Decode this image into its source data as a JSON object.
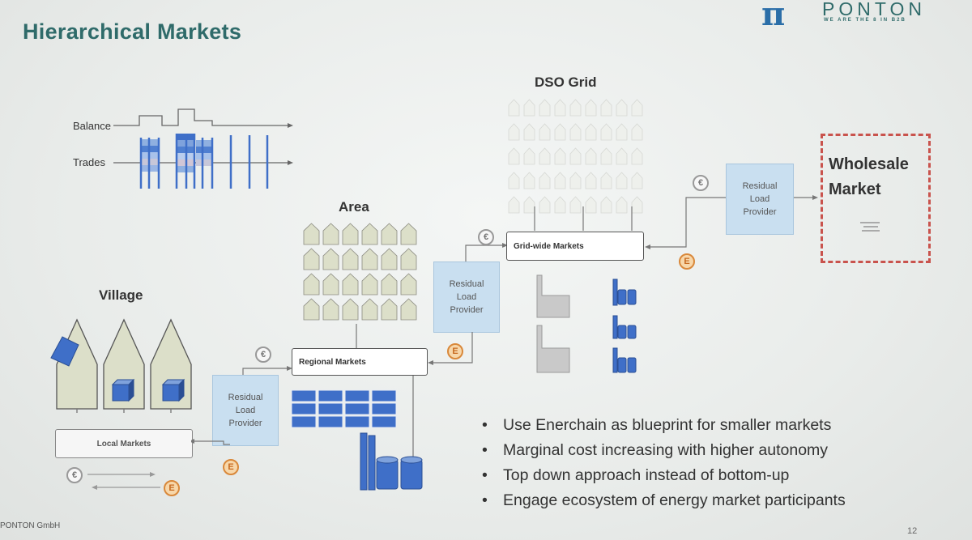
{
  "slide": {
    "title": "Hierarchical Markets",
    "brand_name": "PONTON",
    "brand_tagline": "WE ARE THE 8 IN B2B",
    "brand_logo_glyph": "π",
    "footer_company": "PONTON GmbH",
    "page_number": "12"
  },
  "timeline": {
    "balance_label": "Balance",
    "trades_label": "Trades"
  },
  "sections": {
    "village": "Village",
    "area": "Area",
    "dso_grid": "DSO Grid",
    "wholesale": [
      "Wholesale",
      "Market"
    ]
  },
  "markets": {
    "local": "Local Markets",
    "regional": "Regional Markets",
    "grid_wide": "Grid-wide Markets"
  },
  "providers": {
    "village_provider": [
      "Residual",
      "Load",
      "Provider"
    ],
    "area_provider": [
      "Residual",
      "Load",
      "Provider"
    ],
    "dso_provider": [
      "Residual",
      "Load",
      "Provider"
    ]
  },
  "symbols": {
    "euro": "€",
    "energy": "E"
  },
  "bullets": [
    "Use Enerchain as blueprint for smaller markets",
    "Marginal cost increasing with higher autonomy",
    "Top down approach instead of bottom-up",
    "Engage ecosystem of energy market participants"
  ],
  "colors": {
    "title": "#2f6b6a",
    "provider_fill": "#c9dff0",
    "panel_blue": "#3f6fc8",
    "house_fill": "#d9dccb",
    "wholesale_border": "#c9534d",
    "energy_coin": "#f7d7aa"
  }
}
